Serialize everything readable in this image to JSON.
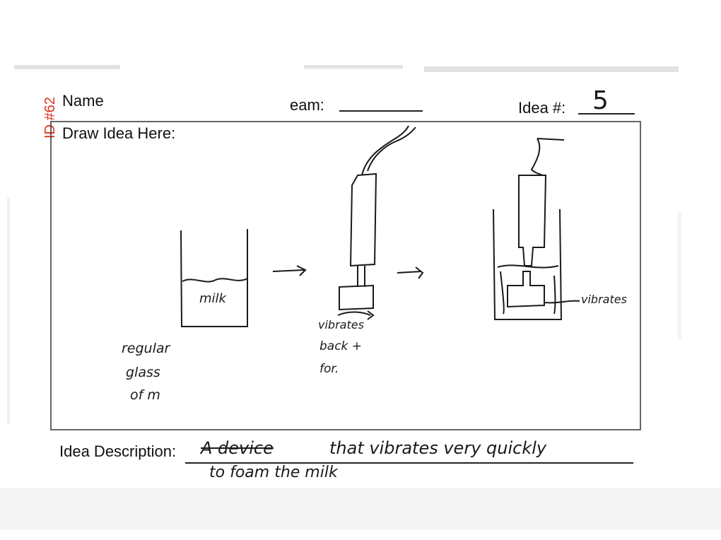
{
  "form": {
    "name_label": "Name",
    "team_label": "eam:",
    "idea_label": "Idea #:",
    "idea_number": "5",
    "draw_label": "Draw Idea Here:",
    "description_label": "Idea Description:",
    "id_stamp": "ID #62"
  },
  "sketch": {
    "labels": {
      "milk": "milk",
      "glass": [
        "regular",
        "glass",
        "of m"
      ],
      "vibrates": [
        "vibrates",
        "back +",
        "for."
      ],
      "vibrates_right": "vibrates"
    }
  },
  "description": {
    "line1_struck": "A device",
    "line1": "that vibrates very quickly",
    "line2": "to foam the milk"
  }
}
